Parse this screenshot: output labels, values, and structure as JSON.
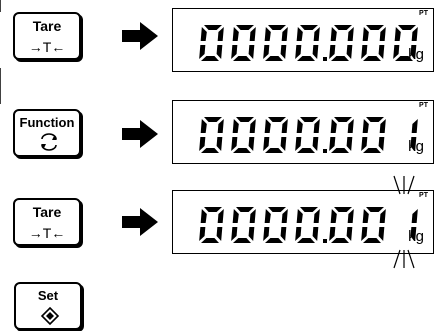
{
  "steps": [
    {
      "key": {
        "label": "Tare",
        "icon": "tare-icon",
        "symbol": "→T←"
      },
      "display": {
        "value": "0000.000",
        "blink_digit": 7,
        "unit": "kg",
        "indicator": "PT",
        "rays": "top-bottom"
      }
    },
    {
      "key": {
        "label": "Function",
        "icon": "cycle-arrows-icon",
        "symbol": ""
      },
      "display": {
        "value": "0000.001",
        "blink_digit": 7,
        "unit": "kg",
        "indicator": "PT",
        "rays": "top"
      }
    },
    {
      "key": {
        "label": "Tare",
        "icon": "tare-icon",
        "symbol": "→T←"
      },
      "display": {
        "value": "0000.001",
        "blink_digit": 6,
        "unit": "kg",
        "indicator": "PT",
        "rays": "top-bottom"
      }
    }
  ],
  "final_key": {
    "label": "Set",
    "icon": "diamond-set-icon"
  },
  "colors": {
    "ink": "#000000",
    "background": "#ffffff"
  }
}
